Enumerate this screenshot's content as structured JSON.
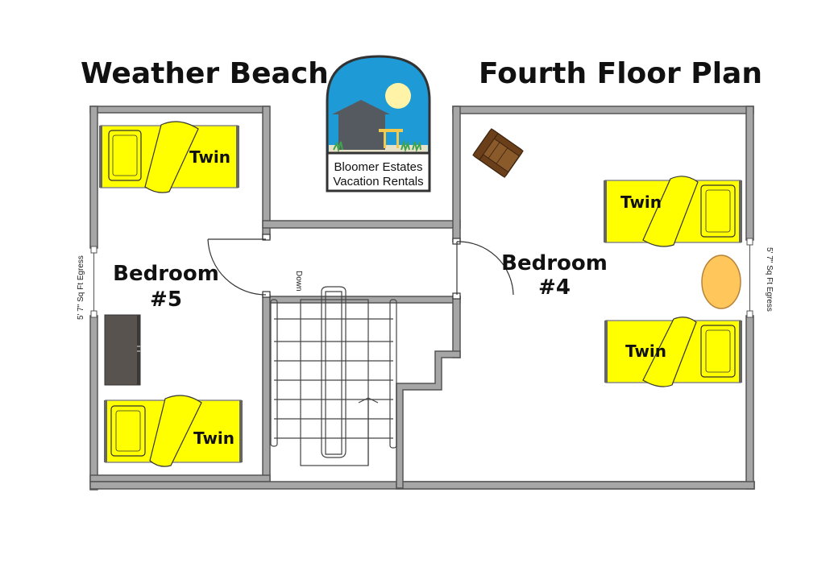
{
  "header": {
    "left_title": "Weather Beach",
    "right_title": "Fourth Floor Plan"
  },
  "logo": {
    "line1": "Bloomer Estates",
    "line2": "Vacation Rentals"
  },
  "rooms": {
    "left": {
      "name_line1": "Bedroom",
      "name_line2": "#5"
    },
    "right": {
      "name_line1": "Bedroom",
      "name_line2": "#4"
    }
  },
  "beds": {
    "top_left": "Twin",
    "bottom_left": "Twin",
    "top_right": "Twin",
    "bottom_right": "Twin"
  },
  "egress": {
    "left": "5' 7\" Sq Ft Egress",
    "right": "5' 7\" Sq Ft Egress"
  },
  "stairs": {
    "label": "Down"
  },
  "colors": {
    "wall_fill": "#a6a6a6",
    "wall_stroke": "#555555",
    "bed_yellow": "#ffff00",
    "dresser": "#595350",
    "rug": "#ffc65c",
    "chair": "#8b5a2b",
    "sky": "#1e9ad6",
    "sun": "#fff3a8",
    "house": "#555a60"
  }
}
